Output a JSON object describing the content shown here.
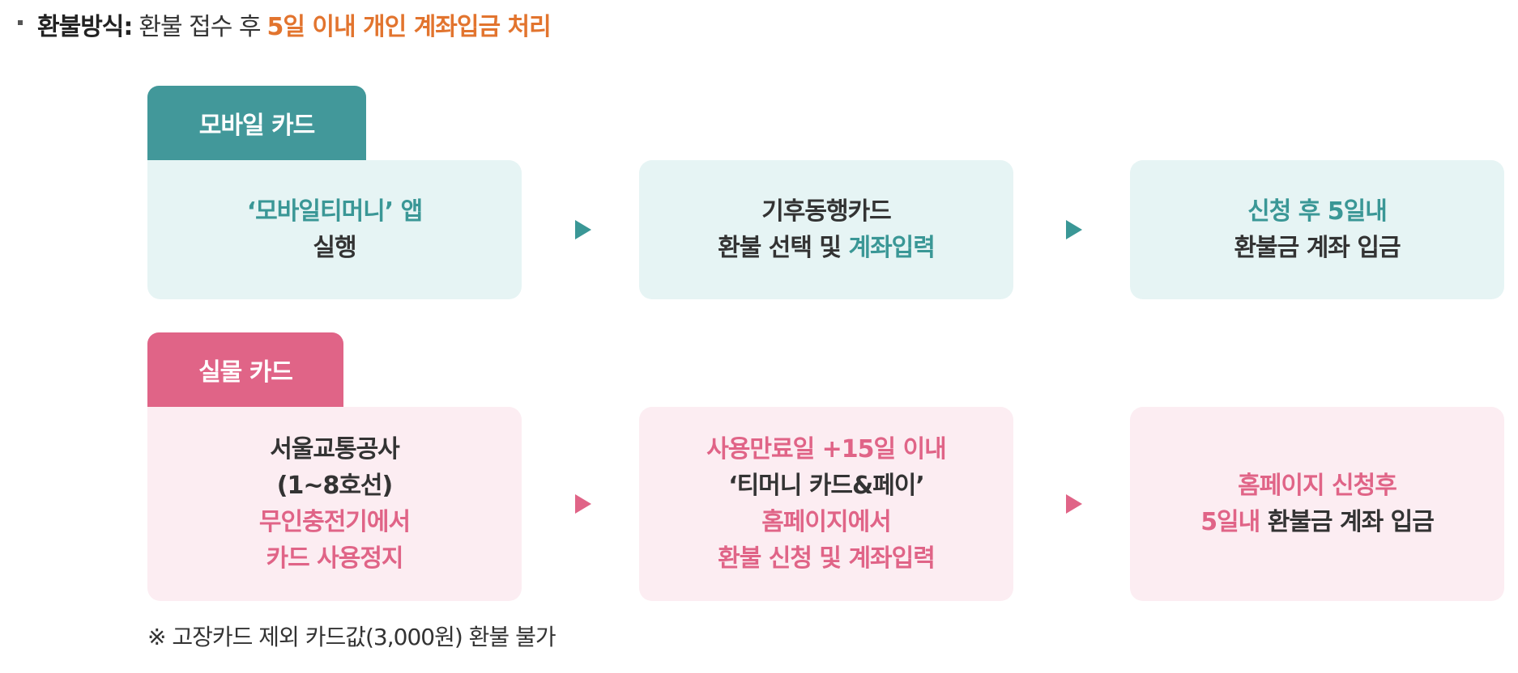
{
  "headline": {
    "label": "환불방식:",
    "text": "환불 접수 후",
    "accent": "5일 이내 개인 계좌입금 처리"
  },
  "mobile": {
    "tab": "모바일 카드",
    "steps": [
      {
        "line1": "‘모바일티머니’ 앱",
        "line2": "실행"
      },
      {
        "line1": "기후동행카드",
        "line2a": "환불 선택 및",
        "line2b": "계좌입력"
      },
      {
        "line1": "신청 후 5일내",
        "line2": "환불금 계좌 입금"
      }
    ]
  },
  "physical": {
    "tab": "실물 카드",
    "steps": [
      {
        "line1": "서울교통공사",
        "line2": "(1~8호선)",
        "line3": "무인충전기에서",
        "line4": "카드 사용정지"
      },
      {
        "line1": "사용만료일 +15일 이내",
        "line2": "‘티머니 카드&페이’",
        "line3": "홈페이지에서",
        "line4": "환불 신청 및 계좌입력"
      },
      {
        "line1": "홈페이지 신청후",
        "line2a": "5일내",
        "line2b": "환불금 계좌 입금"
      }
    ]
  },
  "note": "※ 고장카드 제외 카드값(3,000원) 환불 불가",
  "colors": {
    "teal": "#42989a",
    "pink": "#e06487",
    "orange": "#e2742e",
    "mobile_bg": "#e6f4f4",
    "physical_bg": "#fcedf2"
  }
}
